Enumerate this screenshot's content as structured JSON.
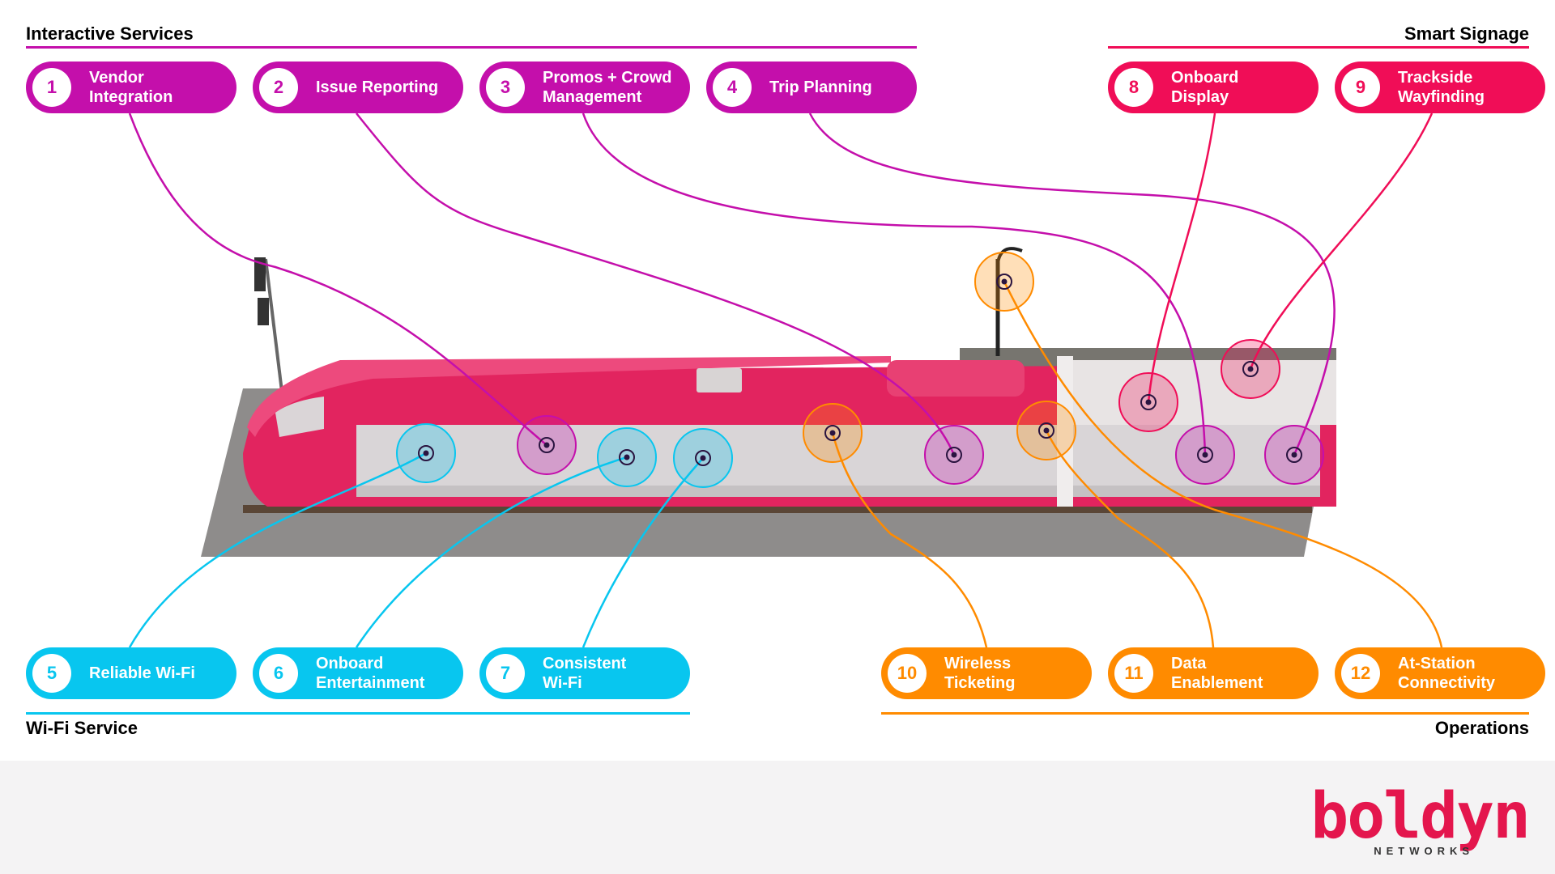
{
  "groups": {
    "interactive": {
      "title": "Interactive Services",
      "color": "#c40fab"
    },
    "signage": {
      "title": "Smart Signage",
      "color": "#f00d57"
    },
    "wifi": {
      "title": "Wi-Fi Service",
      "color": "#08c6ef"
    },
    "operations": {
      "title": "Operations",
      "color": "#ff8b00"
    }
  },
  "services": [
    {
      "num": "1",
      "label": "Vendor\nIntegration"
    },
    {
      "num": "2",
      "label": "Issue Reporting"
    },
    {
      "num": "3",
      "label": "Promos + Crowd\nManagement"
    },
    {
      "num": "4",
      "label": "Trip Planning"
    },
    {
      "num": "5",
      "label": "Reliable Wi-Fi"
    },
    {
      "num": "6",
      "label": "Onboard\nEntertainment"
    },
    {
      "num": "7",
      "label": "Consistent\nWi-Fi"
    },
    {
      "num": "8",
      "label": "Onboard\nDisplay"
    },
    {
      "num": "9",
      "label": "Trackside\nWayfinding"
    },
    {
      "num": "10",
      "label": "Wireless\nTicketing"
    },
    {
      "num": "11",
      "label": "Data\nEnablement"
    },
    {
      "num": "12",
      "label": "At-Station\nConnectivity"
    }
  ],
  "logo": {
    "word": "boldyn",
    "sub": "NETWORKS"
  }
}
